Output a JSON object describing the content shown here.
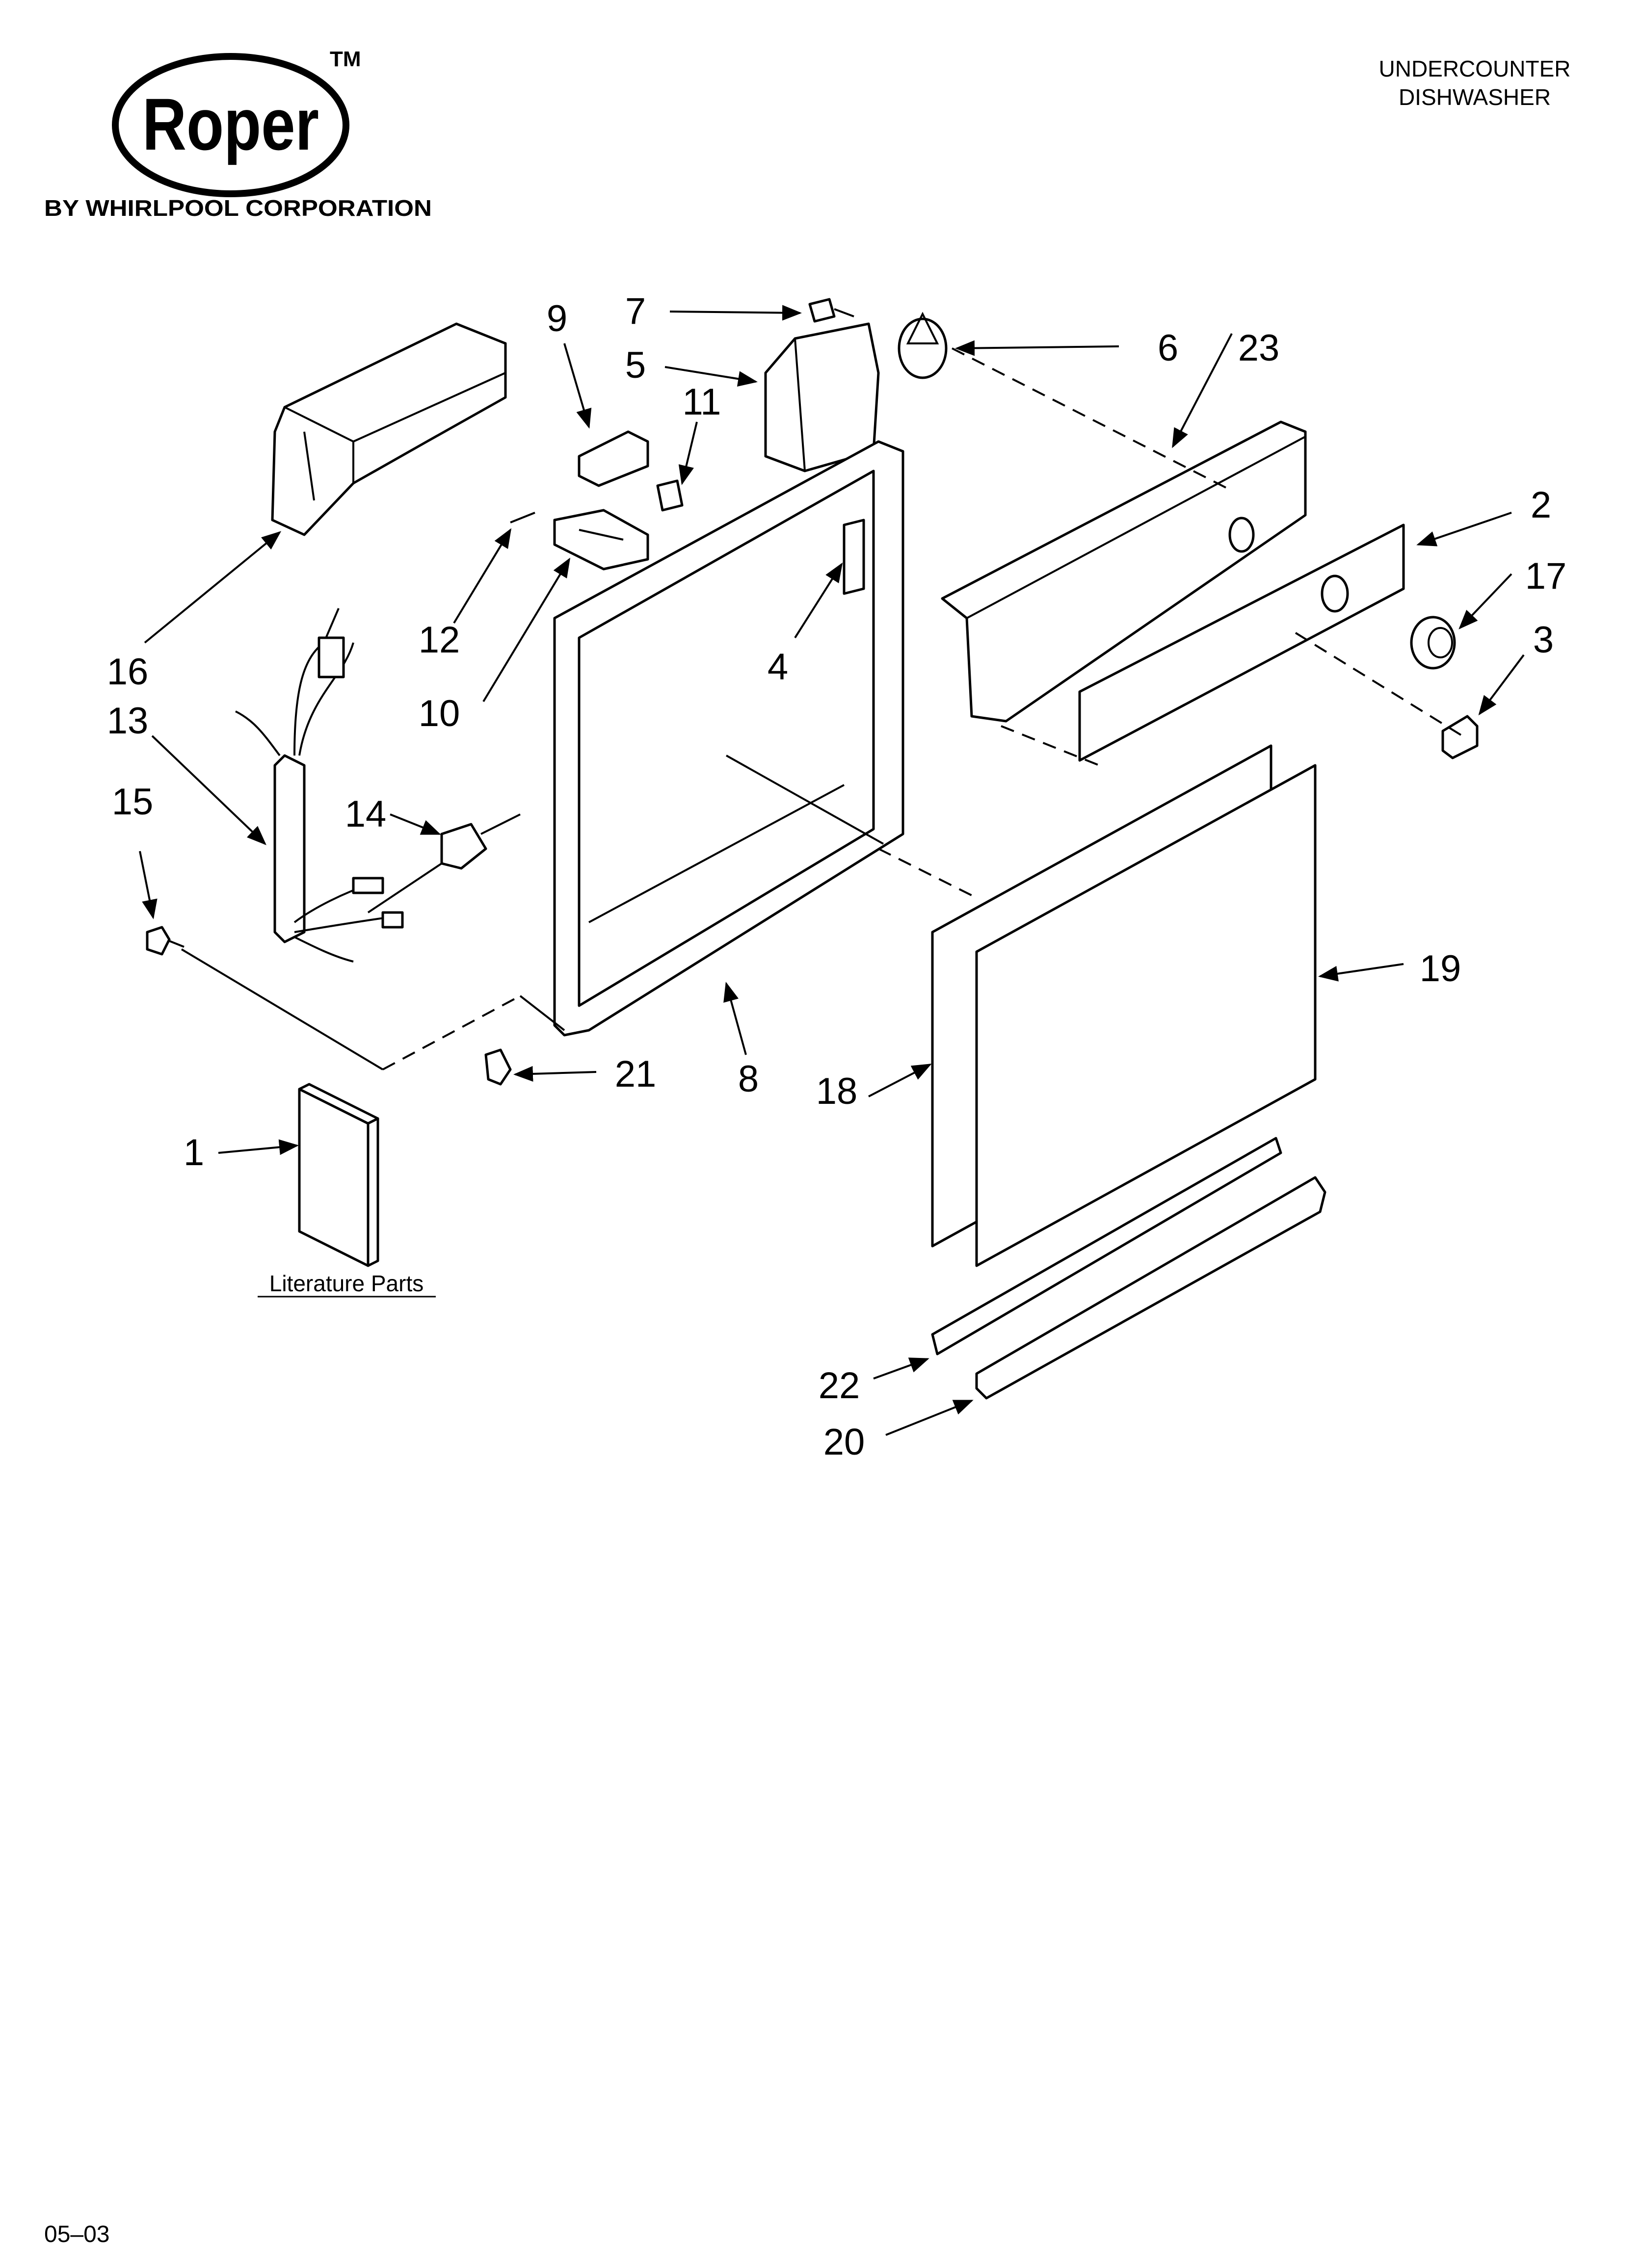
{
  "brand": {
    "name": "Roper",
    "trademark": "TM",
    "subtitle": "BY WHIRLPOOL CORPORATION"
  },
  "header": {
    "line1": "UNDERCOUNTER",
    "line2": "DISHWASHER"
  },
  "footer": {
    "code": "05–03"
  },
  "literature": {
    "label": "Literature Parts"
  },
  "callouts": [
    {
      "id": "c1",
      "label": "1"
    },
    {
      "id": "c2",
      "label": "2"
    },
    {
      "id": "c3",
      "label": "3"
    },
    {
      "id": "c4",
      "label": "4"
    },
    {
      "id": "c5",
      "label": "5"
    },
    {
      "id": "c6",
      "label": "6"
    },
    {
      "id": "c7",
      "label": "7"
    },
    {
      "id": "c8",
      "label": "8"
    },
    {
      "id": "c9",
      "label": "9"
    },
    {
      "id": "c10",
      "label": "10"
    },
    {
      "id": "c11",
      "label": "11"
    },
    {
      "id": "c12",
      "label": "12"
    },
    {
      "id": "c13",
      "label": "13"
    },
    {
      "id": "c14",
      "label": "14"
    },
    {
      "id": "c15",
      "label": "15"
    },
    {
      "id": "c16",
      "label": "16"
    },
    {
      "id": "c17",
      "label": "17"
    },
    {
      "id": "c18",
      "label": "18"
    },
    {
      "id": "c19",
      "label": "19"
    },
    {
      "id": "c20",
      "label": "20"
    },
    {
      "id": "c21",
      "label": "21"
    },
    {
      "id": "c22",
      "label": "22"
    },
    {
      "id": "c23",
      "label": "23"
    }
  ]
}
